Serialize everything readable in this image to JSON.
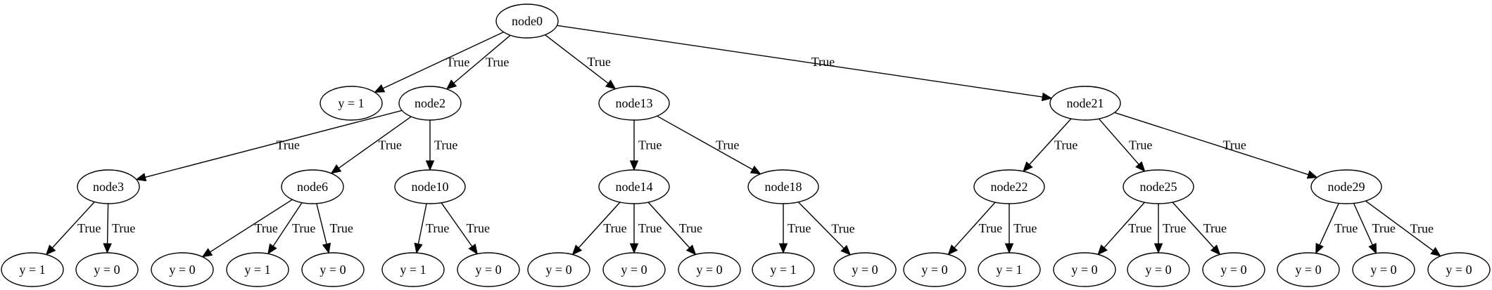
{
  "diagram": {
    "nodes": [
      {
        "id": "node0",
        "label": "node0"
      },
      {
        "id": "leaf1",
        "label": "y = 1"
      },
      {
        "id": "node2",
        "label": "node2"
      },
      {
        "id": "node13",
        "label": "node13"
      },
      {
        "id": "node21",
        "label": "node21"
      },
      {
        "id": "node3",
        "label": "node3"
      },
      {
        "id": "node6",
        "label": "node6"
      },
      {
        "id": "node10",
        "label": "node10"
      },
      {
        "id": "leaf4",
        "label": "y = 1"
      },
      {
        "id": "leaf5",
        "label": "y = 0"
      },
      {
        "id": "leaf7",
        "label": "y = 0"
      },
      {
        "id": "leaf8",
        "label": "y = 1"
      },
      {
        "id": "leaf9",
        "label": "y = 0"
      },
      {
        "id": "leaf11",
        "label": "y = 1"
      },
      {
        "id": "leaf12",
        "label": "y = 0"
      },
      {
        "id": "node14",
        "label": "node14"
      },
      {
        "id": "node18",
        "label": "node18"
      },
      {
        "id": "leaf15",
        "label": "y = 0"
      },
      {
        "id": "leaf16",
        "label": "y = 0"
      },
      {
        "id": "leaf17",
        "label": "y = 0"
      },
      {
        "id": "leaf19",
        "label": "y = 1"
      },
      {
        "id": "leaf20",
        "label": "y = 0"
      },
      {
        "id": "node22",
        "label": "node22"
      },
      {
        "id": "node25",
        "label": "node25"
      },
      {
        "id": "node29",
        "label": "node29"
      },
      {
        "id": "leaf23",
        "label": "y = 0"
      },
      {
        "id": "leaf24",
        "label": "y = 1"
      },
      {
        "id": "leaf26",
        "label": "y = 0"
      },
      {
        "id": "leaf27",
        "label": "y = 0"
      },
      {
        "id": "leaf28",
        "label": "y = 0"
      },
      {
        "id": "leaf30",
        "label": "y = 0"
      },
      {
        "id": "leaf31",
        "label": "y = 0"
      },
      {
        "id": "leaf32",
        "label": "y = 0"
      }
    ],
    "edges": [
      {
        "from": "node0",
        "to": "leaf1",
        "label": "True"
      },
      {
        "from": "node0",
        "to": "node2",
        "label": "True"
      },
      {
        "from": "node0",
        "to": "node13",
        "label": "True"
      },
      {
        "from": "node0",
        "to": "node21",
        "label": "True"
      },
      {
        "from": "node2",
        "to": "node3",
        "label": "True"
      },
      {
        "from": "node2",
        "to": "node6",
        "label": "True"
      },
      {
        "from": "node2",
        "to": "node10",
        "label": "True"
      },
      {
        "from": "node3",
        "to": "leaf4",
        "label": "True"
      },
      {
        "from": "node3",
        "to": "leaf5",
        "label": "True"
      },
      {
        "from": "node6",
        "to": "leaf7",
        "label": "True"
      },
      {
        "from": "node6",
        "to": "leaf8",
        "label": "True"
      },
      {
        "from": "node6",
        "to": "leaf9",
        "label": "True"
      },
      {
        "from": "node10",
        "to": "leaf11",
        "label": "True"
      },
      {
        "from": "node10",
        "to": "leaf12",
        "label": "True"
      },
      {
        "from": "node13",
        "to": "node14",
        "label": "True"
      },
      {
        "from": "node13",
        "to": "node18",
        "label": "True"
      },
      {
        "from": "node14",
        "to": "leaf15",
        "label": "True"
      },
      {
        "from": "node14",
        "to": "leaf16",
        "label": "True"
      },
      {
        "from": "node14",
        "to": "leaf17",
        "label": "True"
      },
      {
        "from": "node18",
        "to": "leaf19",
        "label": "True"
      },
      {
        "from": "node18",
        "to": "leaf20",
        "label": "True"
      },
      {
        "from": "node21",
        "to": "node22",
        "label": "True"
      },
      {
        "from": "node21",
        "to": "node25",
        "label": "True"
      },
      {
        "from": "node21",
        "to": "node29",
        "label": "True"
      },
      {
        "from": "node22",
        "to": "leaf23",
        "label": "True"
      },
      {
        "from": "node22",
        "to": "leaf24",
        "label": "True"
      },
      {
        "from": "node25",
        "to": "leaf26",
        "label": "True"
      },
      {
        "from": "node25",
        "to": "leaf27",
        "label": "True"
      },
      {
        "from": "node25",
        "to": "leaf28",
        "label": "True"
      },
      {
        "from": "node29",
        "to": "leaf30",
        "label": "True"
      },
      {
        "from": "node29",
        "to": "leaf31",
        "label": "True"
      },
      {
        "from": "node29",
        "to": "leaf32",
        "label": "True"
      }
    ]
  }
}
